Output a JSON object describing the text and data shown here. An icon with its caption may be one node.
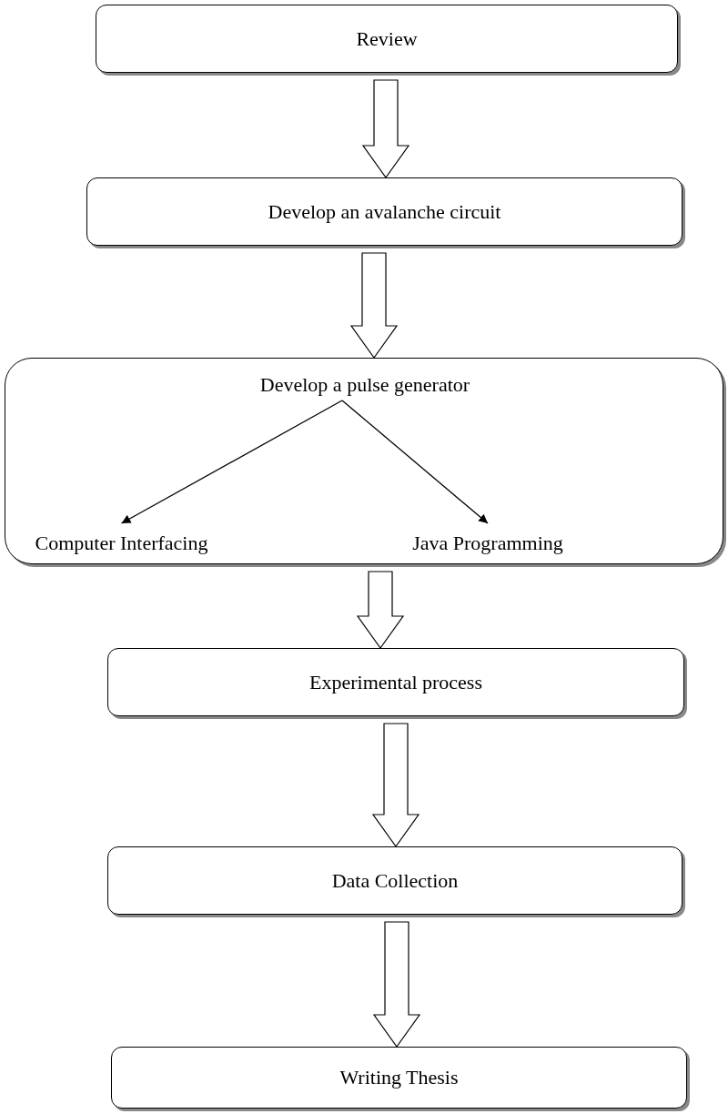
{
  "diagram": {
    "nodes": [
      {
        "text": [
          "Review"
        ]
      },
      {
        "text": [
          "Develop an avalanche circuit"
        ]
      },
      {
        "text": [],
        "shape": "box"
      },
      {
        "text": [
          "Develop a pulse generator"
        ],
        "in": 2
      },
      {
        "text": [
          "Computer Interfacing"
        ],
        "in": 2
      },
      {
        "text": [
          "Java Programming"
        ],
        "in": 2
      },
      {
        "text": [
          "Experimental process"
        ]
      },
      {
        "text": [
          "Data Collection"
        ]
      },
      {
        "text": [
          "Writing Thesis"
        ]
      }
    ],
    "edges": [
      {
        "from": 0,
        "to": 1,
        "arrow": "to",
        "style": "thick"
      },
      {
        "from": 1,
        "to": 2,
        "arrow": "to",
        "style": "thick"
      },
      {
        "from": 3,
        "to": 4,
        "arrow": "to"
      },
      {
        "from": 3,
        "to": 5,
        "arrow": "to"
      },
      {
        "from": 2,
        "to": 6,
        "arrow": "to",
        "style": "thick"
      },
      {
        "from": 6,
        "to": 7,
        "arrow": "to",
        "style": "thick"
      },
      {
        "from": 7,
        "to": 8,
        "arrow": "to",
        "style": "thick"
      }
    ]
  }
}
